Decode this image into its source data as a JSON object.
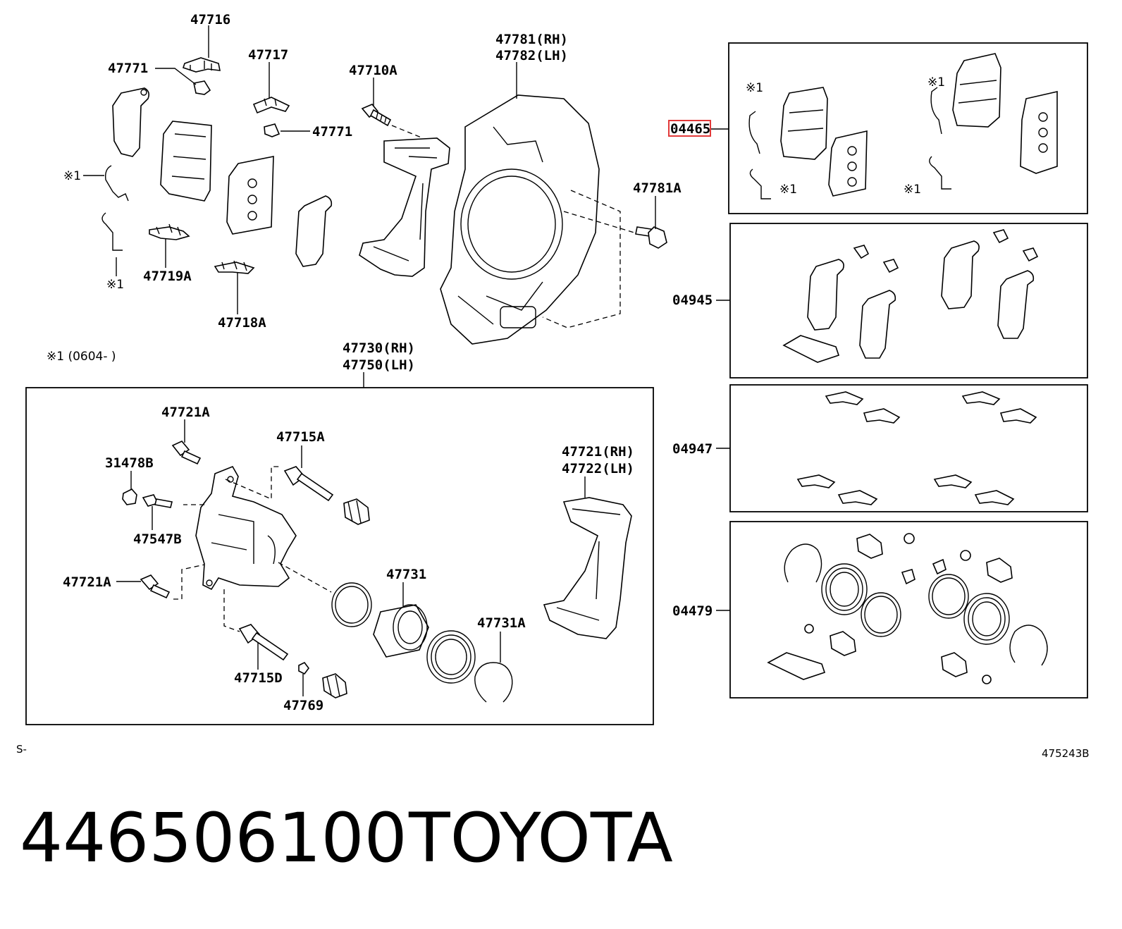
{
  "labels": {
    "l47716": "47716",
    "l47771a": "47771",
    "l47717": "47717",
    "l47771b": "47771",
    "l47710A": "47710A",
    "l47781rh": "47781(RH)",
    "l47782lh": "47782(LH)",
    "l47781A": "47781A",
    "l47719A": "47719A",
    "l47718A": "47718A",
    "lref1a": "※1",
    "lref1b": "※1",
    "lnote": "※1 (0604-    )",
    "l47730rh": "47730(RH)",
    "l47750lh": "47750(LH)",
    "l47721A_top": "47721A",
    "l31478B": "31478B",
    "l47547B": "47547B",
    "l47721A_bot": "47721A",
    "l47715A": "47715A",
    "l47715D": "47715D",
    "l47769": "47769",
    "l47731": "47731",
    "l47731A": "47731A",
    "l47721rh": "47721(RH)",
    "l47722lh": "47722(LH)",
    "l04465": "04465",
    "l04945": "04945",
    "l04947": "04947",
    "l04479": "04479",
    "lkref1a": "※1",
    "lkref1b": "※1",
    "lkref1c": "※1",
    "lkref1d": "※1",
    "footer_left": "S-",
    "footer_right": "475243B",
    "caption_part": "446506100",
    "caption_brand": "TOYOTA"
  },
  "highlight_color": "#e23a3a"
}
